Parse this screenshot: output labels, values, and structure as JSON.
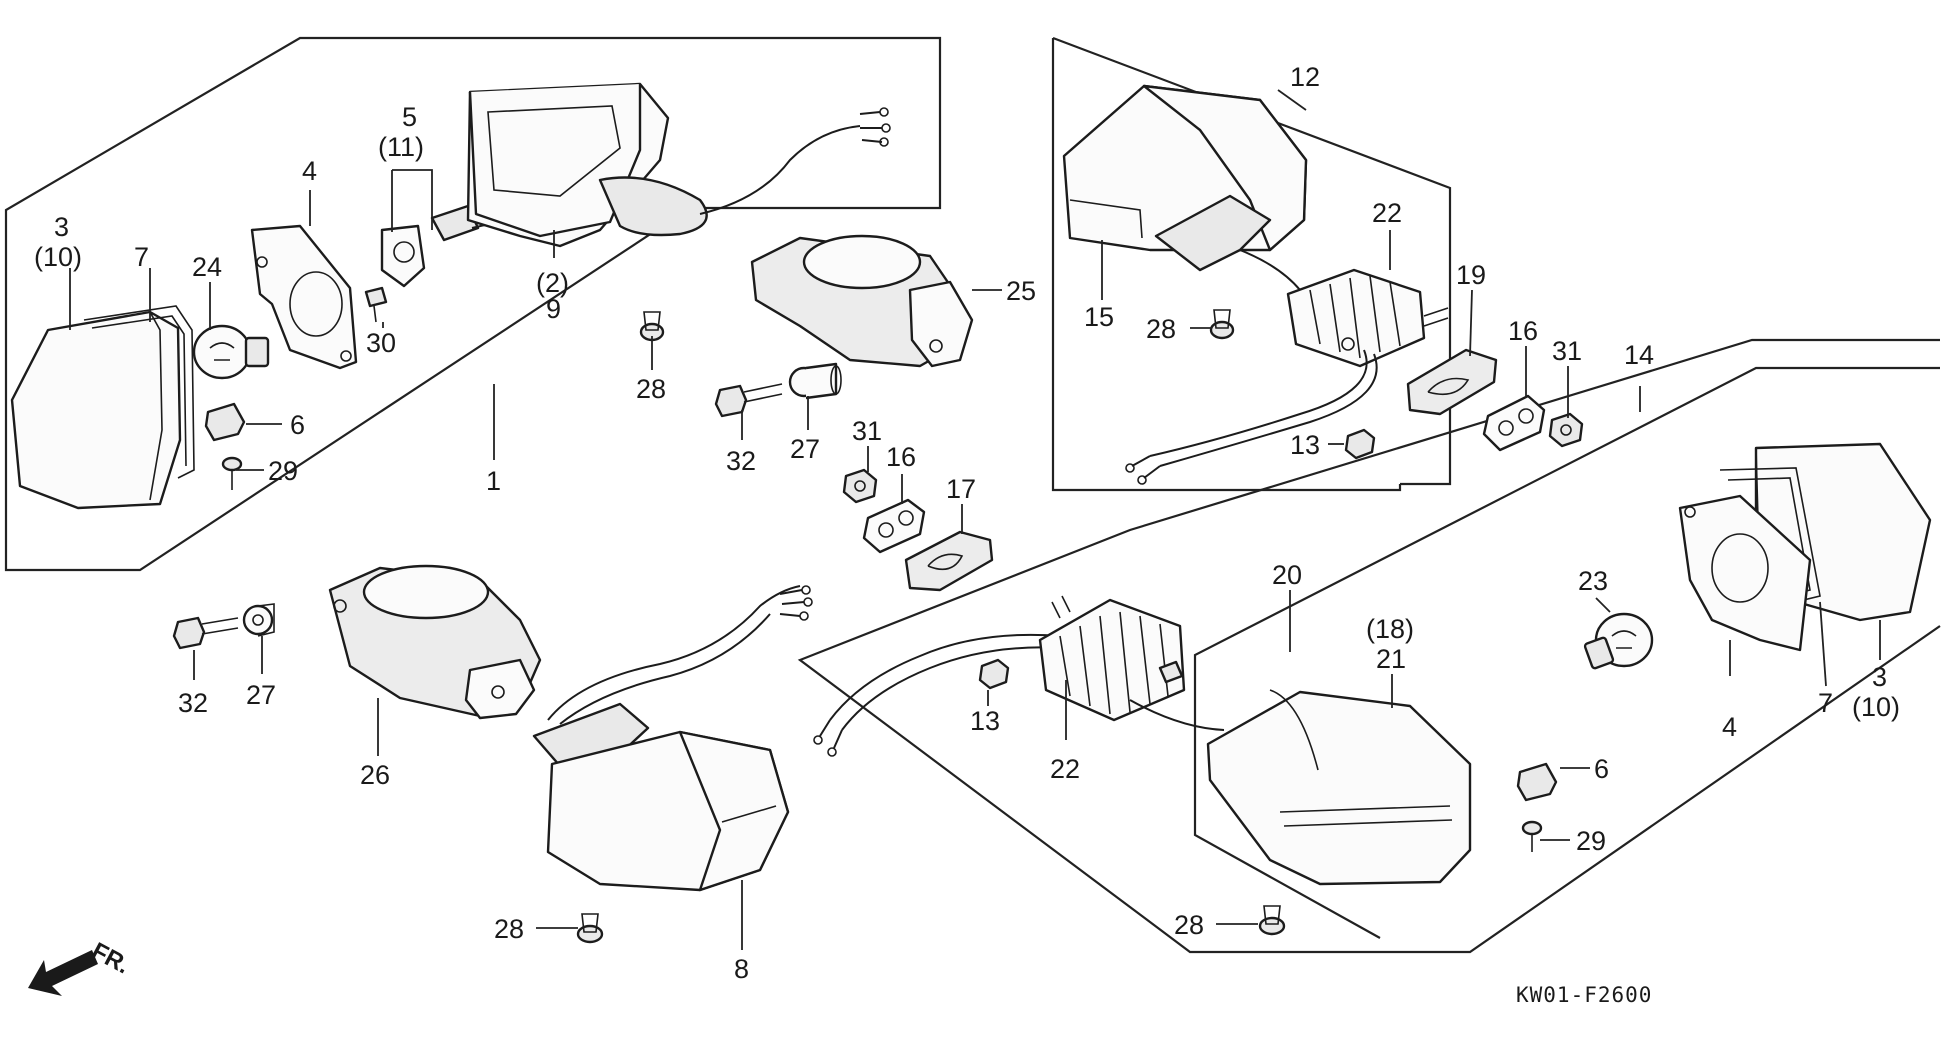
{
  "diagram": {
    "code": "KW01-F2600",
    "direction": "FR.",
    "callouts": [
      {
        "id": "c1",
        "text": "1"
      },
      {
        "id": "c2",
        "text": "(2)"
      },
      {
        "id": "c3a",
        "text": "3"
      },
      {
        "id": "c10a",
        "text": "(10)"
      },
      {
        "id": "c3b",
        "text": "3"
      },
      {
        "id": "c10b",
        "text": "(10)"
      },
      {
        "id": "c4a",
        "text": "4"
      },
      {
        "id": "c4b",
        "text": "4"
      },
      {
        "id": "c5",
        "text": "5"
      },
      {
        "id": "c11",
        "text": "(11)"
      },
      {
        "id": "c6a",
        "text": "6"
      },
      {
        "id": "c6b",
        "text": "6"
      },
      {
        "id": "c7a",
        "text": "7"
      },
      {
        "id": "c7b",
        "text": "7"
      },
      {
        "id": "c8",
        "text": "8"
      },
      {
        "id": "c9",
        "text": "9"
      },
      {
        "id": "c12",
        "text": "12"
      },
      {
        "id": "c13a",
        "text": "13"
      },
      {
        "id": "c13b",
        "text": "13"
      },
      {
        "id": "c14",
        "text": "14"
      },
      {
        "id": "c15",
        "text": "15"
      },
      {
        "id": "c16a",
        "text": "16"
      },
      {
        "id": "c16b",
        "text": "16"
      },
      {
        "id": "c17",
        "text": "17"
      },
      {
        "id": "c18",
        "text": "(18)"
      },
      {
        "id": "c19",
        "text": "19"
      },
      {
        "id": "c20",
        "text": "20"
      },
      {
        "id": "c21",
        "text": "21"
      },
      {
        "id": "c22a",
        "text": "22"
      },
      {
        "id": "c22b",
        "text": "22"
      },
      {
        "id": "c23",
        "text": "23"
      },
      {
        "id": "c24",
        "text": "24"
      },
      {
        "id": "c25",
        "text": "25"
      },
      {
        "id": "c26",
        "text": "26"
      },
      {
        "id": "c27a",
        "text": "27"
      },
      {
        "id": "c27b",
        "text": "27"
      },
      {
        "id": "c28a",
        "text": "28"
      },
      {
        "id": "c28b",
        "text": "28"
      },
      {
        "id": "c28c",
        "text": "28"
      },
      {
        "id": "c28d",
        "text": "28"
      },
      {
        "id": "c29a",
        "text": "29"
      },
      {
        "id": "c29b",
        "text": "29"
      },
      {
        "id": "c30",
        "text": "30"
      },
      {
        "id": "c31a",
        "text": "31"
      },
      {
        "id": "c31b",
        "text": "31"
      },
      {
        "id": "c32a",
        "text": "32"
      },
      {
        "id": "c32b",
        "text": "32"
      }
    ]
  }
}
